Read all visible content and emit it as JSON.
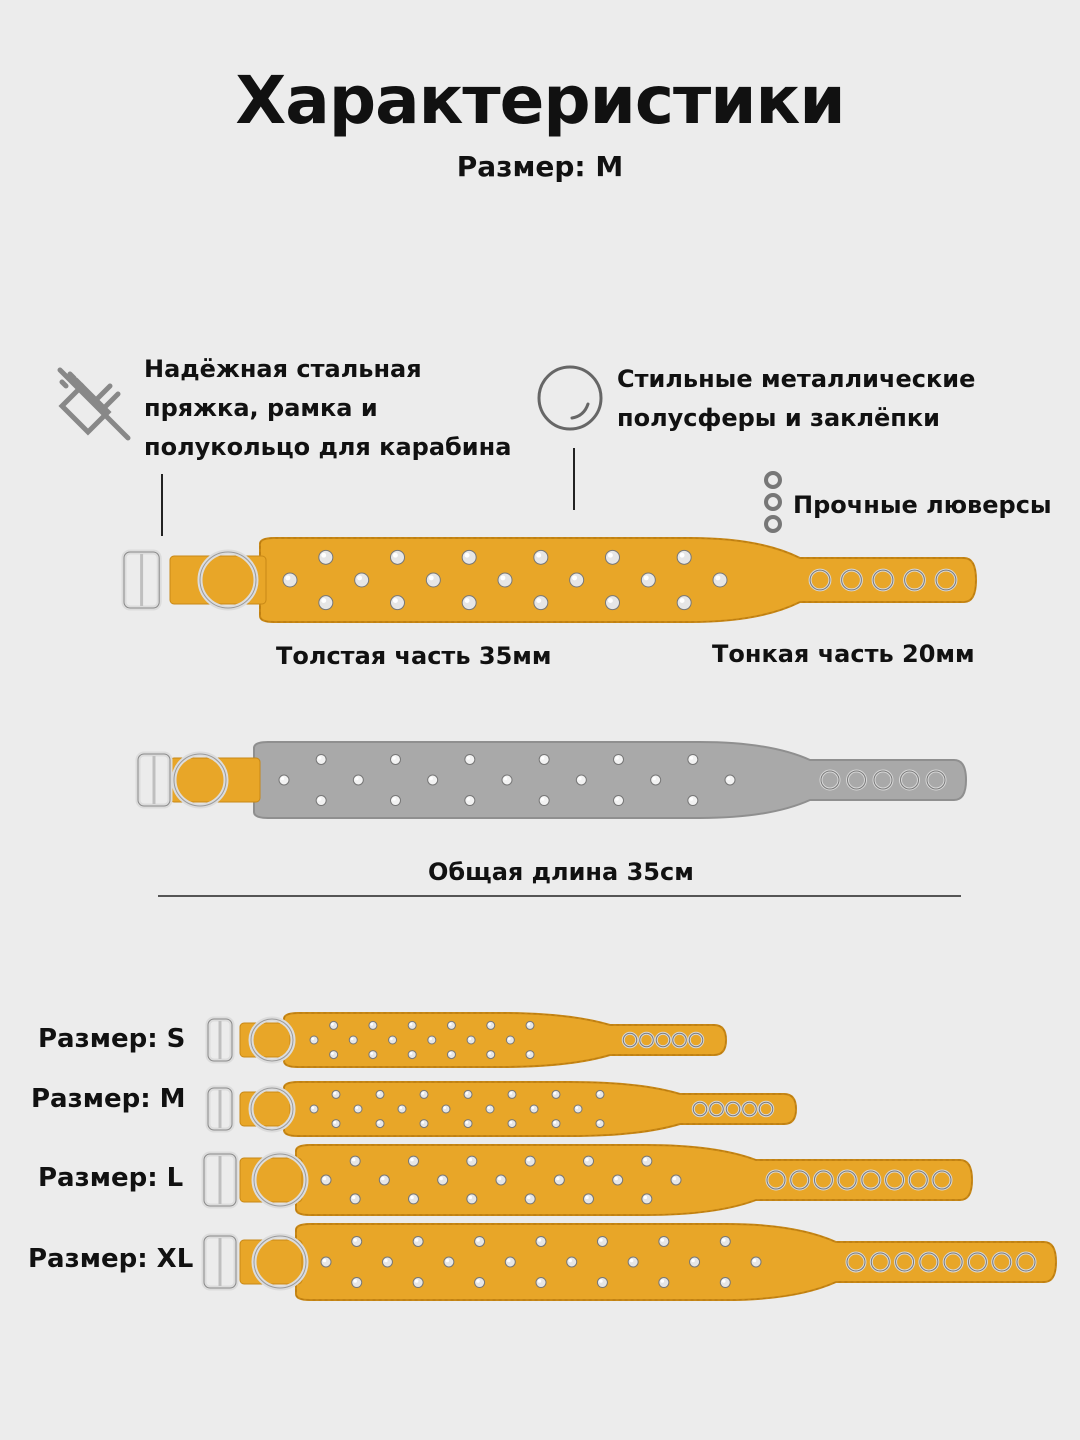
{
  "header": {
    "title": "Характеристики",
    "subtitle": "Размер: M"
  },
  "features": {
    "buckle_lines": [
      "Надёжная стальная",
      "пряжка, рамка и",
      "полукольцо для карабина"
    ],
    "studs_lines": [
      "Стильные металлические",
      "полусферы и заклёпки"
    ],
    "grommets": "Прочные люверсы"
  },
  "dimensions": {
    "thick_part": "Толстая часть 35мм",
    "thin_part": "Тонкая часть 20мм",
    "total_length": "Общая длина 35см"
  },
  "sizes": [
    {
      "label": "Размер: S"
    },
    {
      "label": "Размер: M"
    },
    {
      "label": "Размер: L"
    },
    {
      "label": "Размер: XL"
    }
  ],
  "colors": {
    "leather": "#e8a628",
    "leather_dark": "#c88816",
    "felt": "#a9a9a9",
    "metal": "#dcdcdc",
    "text": "#111111",
    "background": "#ececec"
  },
  "icons": {
    "buckle": "no-contact-icon",
    "studs": "sphere-outline-icon",
    "grommets": "rings-icon"
  }
}
